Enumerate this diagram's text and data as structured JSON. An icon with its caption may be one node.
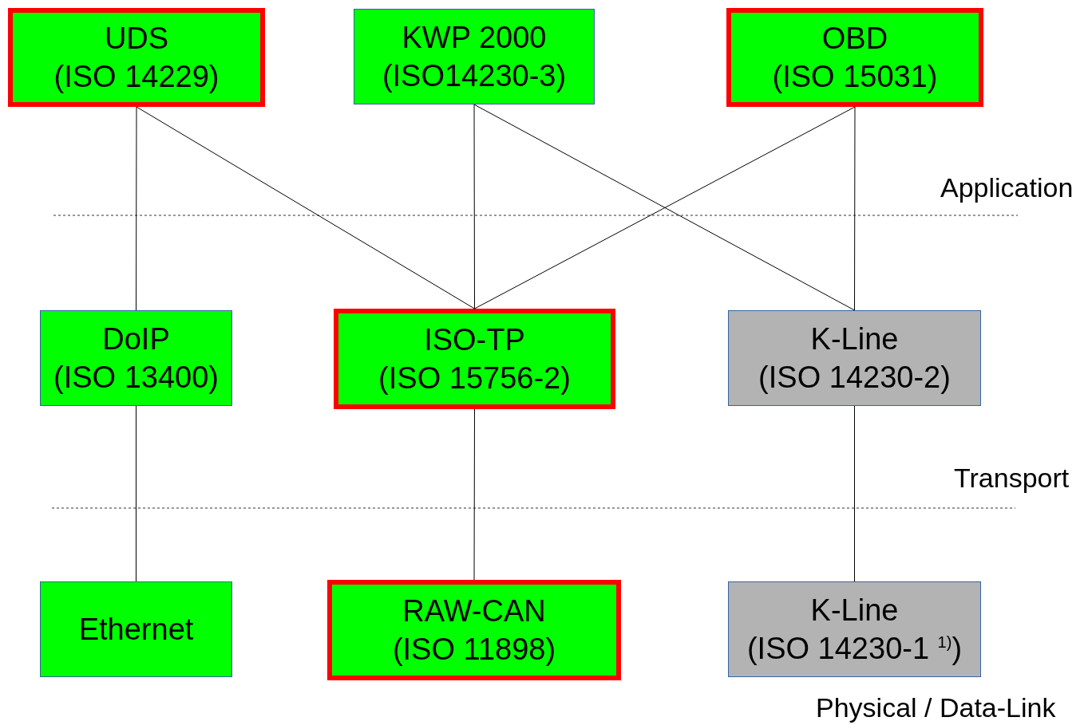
{
  "diagram": {
    "nodes": [
      {
        "text": [
          "UDS",
          "(ISO 14229)"
        ]
      },
      {
        "text": [
          "KWP 2000",
          "(ISO14230-3)"
        ]
      },
      {
        "text": [
          "OBD",
          "(ISO 15031)"
        ]
      },
      {
        "text": [
          "DoIP",
          "(ISO 13400)"
        ]
      },
      {
        "text": [
          "ISO-TP",
          "(ISO 15756-2)"
        ]
      },
      {
        "text": [
          "K-Line",
          "(ISO 14230-2)"
        ]
      },
      {
        "text": [
          "Ethernet"
        ]
      },
      {
        "text": [
          "RAW-CAN",
          "(ISO 11898)"
        ]
      },
      {
        "text": [
          "K-Line",
          "(ISO 14230-1 $^{1)}$)"
        ]
      }
    ],
    "edges": [
      {
        "from": 0,
        "to": 3,
        "arrow": "none"
      },
      {
        "from": 0,
        "to": 4,
        "arrow": "none"
      },
      {
        "from": 1,
        "to": 4,
        "arrow": "none"
      },
      {
        "from": 1,
        "to": 5,
        "arrow": "none"
      },
      {
        "from": 2,
        "to": 4,
        "arrow": "none"
      },
      {
        "from": 2,
        "to": 5,
        "arrow": "none"
      },
      {
        "from": 3,
        "to": 6,
        "arrow": "none"
      },
      {
        "from": 4,
        "to": 7,
        "arrow": "none"
      },
      {
        "from": 5,
        "to": 8,
        "arrow": "none"
      }
    ],
    "labels": [
      "Application",
      "Transport",
      "Physical / Data-Link"
    ]
  }
}
